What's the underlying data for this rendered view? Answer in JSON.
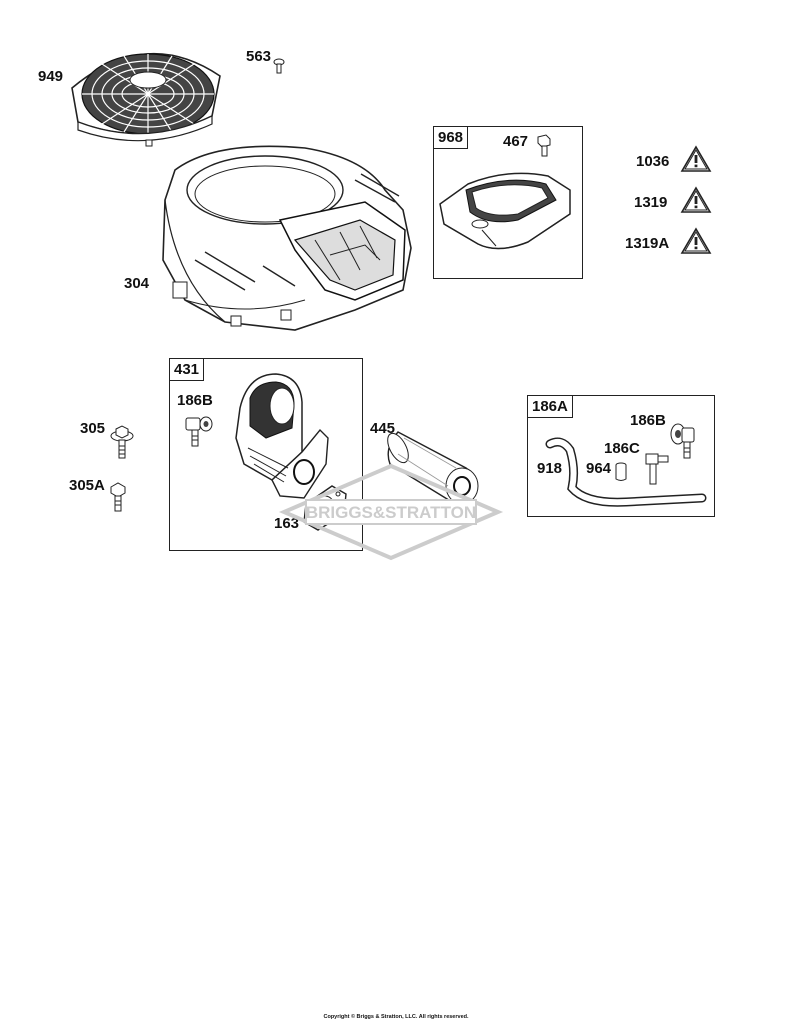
{
  "labels": {
    "p949": "949",
    "p563": "563",
    "p304": "304",
    "p968": "968",
    "p467": "467",
    "p1036": "1036",
    "p1319": "1319",
    "p1319a": "1319A",
    "p431": "431",
    "p186b_left": "186B",
    "p305": "305",
    "p305a": "305A",
    "p163": "163",
    "p445": "445",
    "p186a": "186A",
    "p186b_right": "186B",
    "p186c": "186C",
    "p918": "918",
    "p964": "964"
  },
  "watermark": "BRIGGS&STRATTON",
  "copyright": "Copyright © Briggs & Stratton, LLC. All rights reserved.",
  "colors": {
    "line": "#222222",
    "fill": "#ffffff",
    "shade": "#555555",
    "watermark": "#cccccc"
  }
}
